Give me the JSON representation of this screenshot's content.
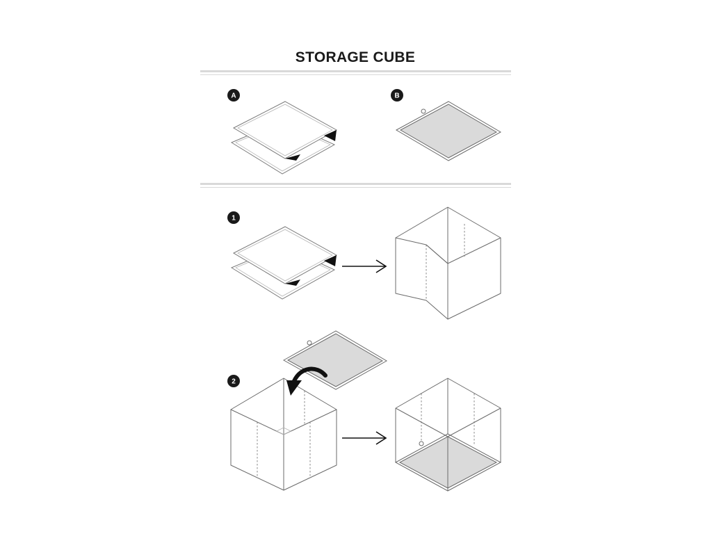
{
  "title": "STORAGE CUBE",
  "parts": [
    {
      "badge": "A",
      "icon": "fabric-sheets-icon"
    },
    {
      "badge": "B",
      "icon": "bottom-panel-icon"
    }
  ],
  "steps": [
    {
      "badge": "1",
      "icon": "unfold-to-cube-icon"
    },
    {
      "badge": "2",
      "icon": "insert-bottom-panel-icon"
    }
  ],
  "colors": {
    "text": "#1a1a1a",
    "badge": "#1a1a1a",
    "panel_fill": "#dadada",
    "lines": "#6b6b6b",
    "rule": "#d9d9d9"
  }
}
